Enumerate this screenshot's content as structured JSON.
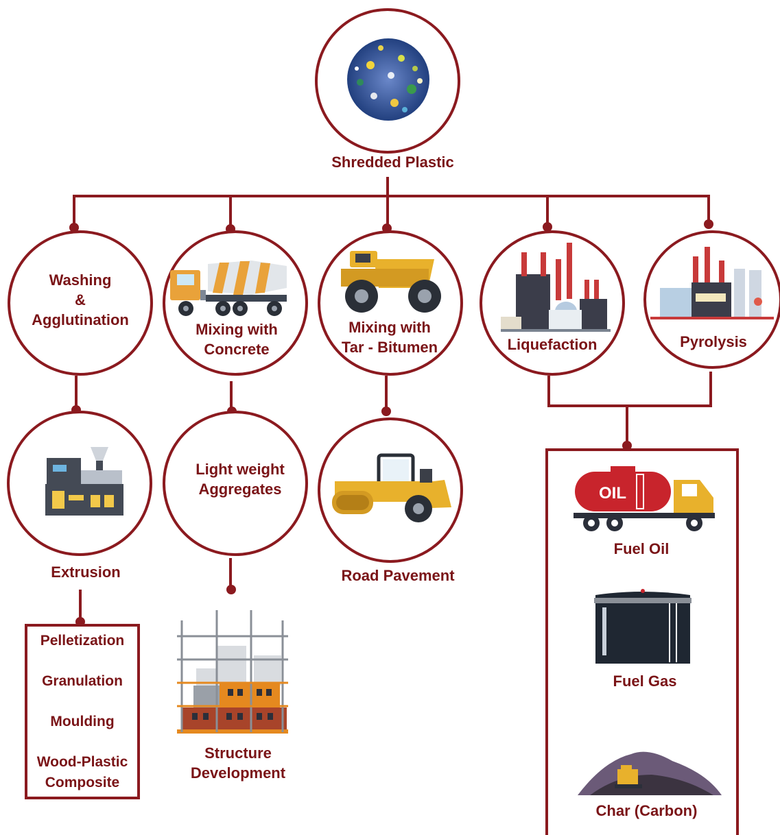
{
  "colors": {
    "line": "#8b1a1f",
    "text": "#7a1417",
    "truck_yellow": "#e8b12c",
    "oil_red": "#c8242c",
    "dark": "#2b2f3a"
  },
  "nodes": {
    "root": "Shredded Plastic",
    "washing": {
      "line1": "Washing",
      "line2": "&",
      "line3": "Agglutination"
    },
    "concrete": {
      "line1": "Mixing with",
      "line2": "Concrete"
    },
    "bitumen": {
      "line1": "Mixing with",
      "line2": "Tar - Bitumen"
    },
    "liquefaction": "Liquefaction",
    "pyrolysis": "Pyrolysis",
    "extrusion": "Extrusion",
    "aggregates": {
      "line1": "Light weight",
      "line2": "Aggregates"
    },
    "road": "Road Pavement",
    "structure": {
      "line1": "Structure",
      "line2": "Development"
    }
  },
  "extrusion_products": [
    "Pelletization",
    "Granulation",
    "Moulding",
    "Wood-Plastic",
    "Composite"
  ],
  "fuel_products": {
    "oil": "Fuel Oil",
    "gas": "Fuel Gas",
    "char": "Char (Carbon)",
    "tank_text": "OIL"
  },
  "icons": [
    "shredded-plastic-icon",
    "cement-mixer-truck-icon",
    "dump-truck-icon",
    "factory-icon",
    "refinery-icon",
    "extruder-machine-icon",
    "road-roller-icon",
    "building-construction-icon",
    "oil-tanker-truck-icon",
    "gas-tank-icon",
    "coal-pile-icon"
  ]
}
